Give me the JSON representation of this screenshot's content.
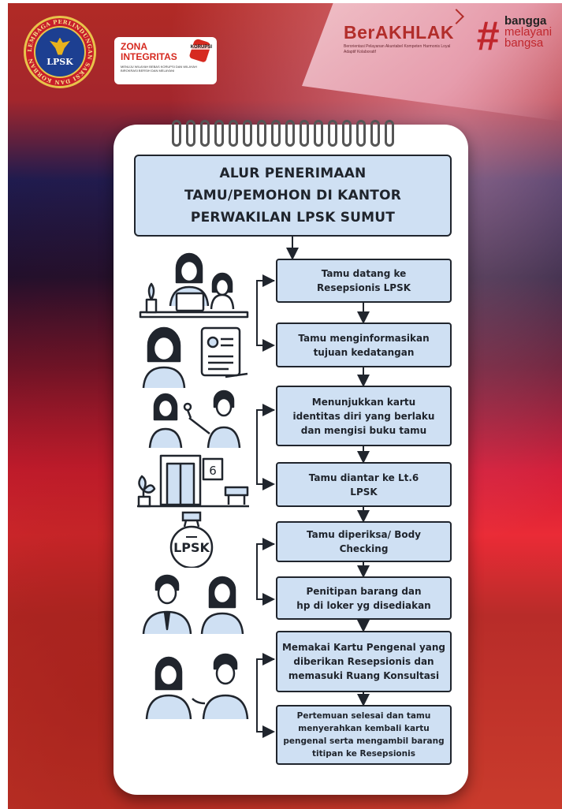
{
  "header": {
    "logo_lpsk": {
      "ring_text": "LEMBAGA PERLINDUNGAN SAKSI DAN KORBAN",
      "center_text": "LPSK"
    },
    "zona_integritas": {
      "line1": "ZONA",
      "line2": "INTEGRITAS",
      "stamp_text": "KORUPSI",
      "subtitle": "MENUJU WILAYAH BEBAS KORUPSI DAN WILAYAH BIROKRASI BERSIH DAN MELAYANI"
    },
    "berakhlak": {
      "title": "BerAKHLAK",
      "subtitle": "Berorientasi Pelayanan Akuntabel Kompeten Harmonis Loyal Adaptif Kolaboratif"
    },
    "bangga_melayani": {
      "hash": "#",
      "line1": "bangga",
      "line2": "melayani",
      "line3": "bangsa"
    }
  },
  "title": {
    "line1": "ALUR PENERIMAAN",
    "line2": "TAMU/PEMOHON DI KANTOR",
    "line3": "PERWAKILAN LPSK SUMUT"
  },
  "steps": [
    "Tamu datang ke\nResepsionis LPSK",
    "Tamu menginformasikan\ntujuan kedatangan",
    "Menunjukkan kartu\nidentitas diri yang berlaku\ndan mengisi buku tamu",
    "Tamu diantar ke Lt.6\nLPSK",
    "Tamu diperiksa/ Body\nChecking",
    "Penitipan barang dan\nhp di loker yg disediakan",
    "Memakai Kartu Pengenal yang\ndiberikan Resepsionis dan\nmemasuki Ruang Konsultasi",
    "Pertemuan selesai dan tamu\nmenyerahkan kembali kartu\npengenal serta mengambil barang\ntitipan ke Resepsionis"
  ],
  "illustrations": {
    "elevator_floor_label": "6",
    "badge_label": "LPSK"
  },
  "colors": {
    "step_fill": "#cfe0f3",
    "outline": "#20252d",
    "brand_red": "#c0272d"
  }
}
